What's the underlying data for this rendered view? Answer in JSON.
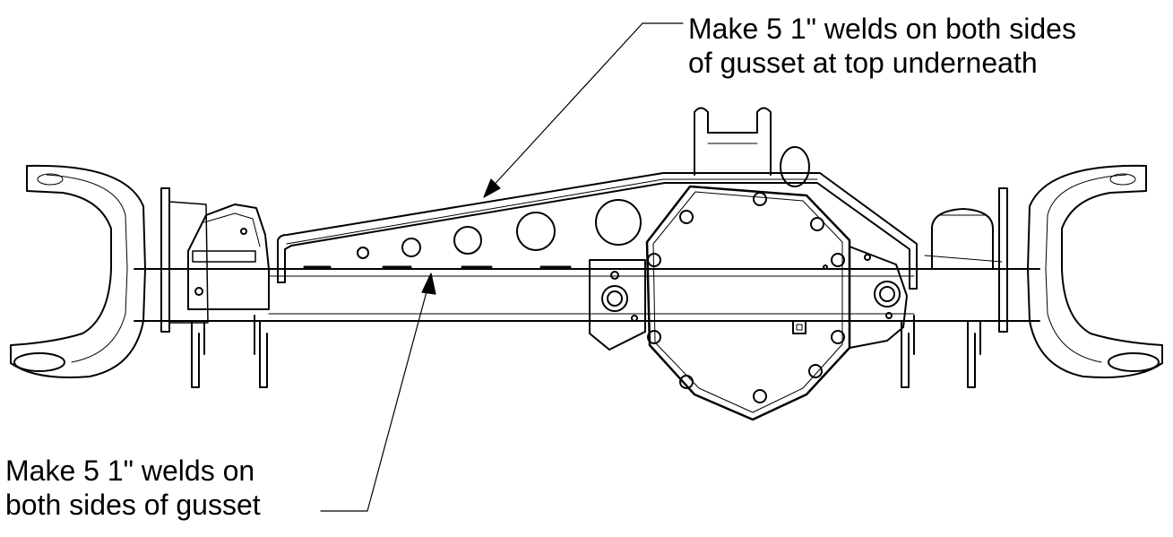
{
  "callouts": {
    "top": {
      "line1": "Make 5 1\" welds on both sides",
      "line2": "of gusset at top underneath"
    },
    "bottom": {
      "line1": "Make 5 1\" welds on",
      "line2": "both sides of gusset"
    }
  },
  "colors": {
    "ink": "#000000",
    "paper": "#ffffff"
  }
}
